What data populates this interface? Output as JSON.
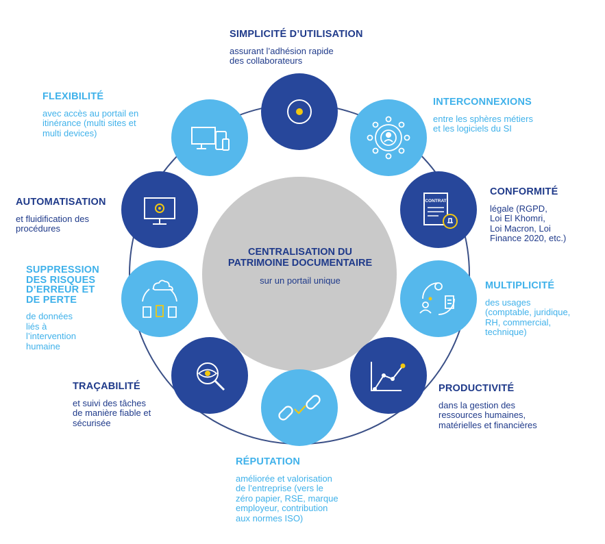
{
  "center": {
    "title": "CENTRALISATION DU\nPATRIMOINE DOCUMENTAIRE",
    "subtitle": "sur un portail unique"
  },
  "items": [
    {
      "key": "simplicite",
      "title": "SIMPLICITÉ D’UTILISATION",
      "desc": "assurant l’adhésion rapide\ndes collaborateurs",
      "icon": "target-dot-icon",
      "tone": "dark"
    },
    {
      "key": "interconnexions",
      "title": "INTERCONNEXIONS",
      "desc": "entre les sphères métiers\net les logiciels du SI",
      "icon": "network-hub-icon",
      "tone": "light"
    },
    {
      "key": "conformite",
      "title": "CONFORMITÉ",
      "desc": "légale (RGPD,\nLoi El Khomri,\nLoi Macron, Loi\nFinance 2020, etc.)",
      "icon": "contract-stamp-icon",
      "tone": "dark",
      "icon_text": "CONTRAT"
    },
    {
      "key": "multiplicite",
      "title": "MULTIPLICITÉ",
      "desc": "des usages\n(comptable, juridique,\nRH, commercial,\ntechnique)",
      "icon": "user-gear-document-icon",
      "tone": "light"
    },
    {
      "key": "productivite",
      "title": "PRODUCTIVITÉ",
      "desc": "dans la gestion des\nressources humaines,\nmatérielles et financières",
      "icon": "line-chart-icon",
      "tone": "dark"
    },
    {
      "key": "reputation",
      "title": "RÉPUTATION",
      "desc": "améliorée et valorisation\nde l’entreprise (vers le\nzéro papier, RSE, marque\nemployeur, contribution\naux normes ISO)",
      "icon": "chain-link-icon",
      "tone": "light"
    },
    {
      "key": "tracabilite",
      "title": "TRAÇABILITÉ",
      "desc": "et suivi des tâches\nde manière fiable et\nsécurisée",
      "icon": "eye-magnifier-icon",
      "tone": "dark"
    },
    {
      "key": "suppression",
      "title": "SUPPRESSION\nDES RISQUES\nD’ERREUR ET\nDE PERTE",
      "desc": "de données\nliés à\nl’intervention\nhumaine",
      "icon": "cloud-documents-icon",
      "tone": "light"
    },
    {
      "key": "automatisation",
      "title": "AUTOMATISATION",
      "desc": "et fluidification des\nprocédures",
      "icon": "monitor-gear-icon",
      "tone": "dark"
    },
    {
      "key": "flexibilite",
      "title": "FLEXIBILITÉ",
      "desc": "avec accès au portail en\nitinérance (multi sites et\nmulti devices)",
      "icon": "multi-devices-icon",
      "tone": "light"
    }
  ],
  "colors": {
    "dark": "#27479b",
    "light": "#55b8ec",
    "center": "#c9c9c9",
    "ring": "#3a4f86",
    "accent": "#f2c811",
    "dark_text": "#1f3a8a",
    "light_text": "#3fb1ea"
  }
}
